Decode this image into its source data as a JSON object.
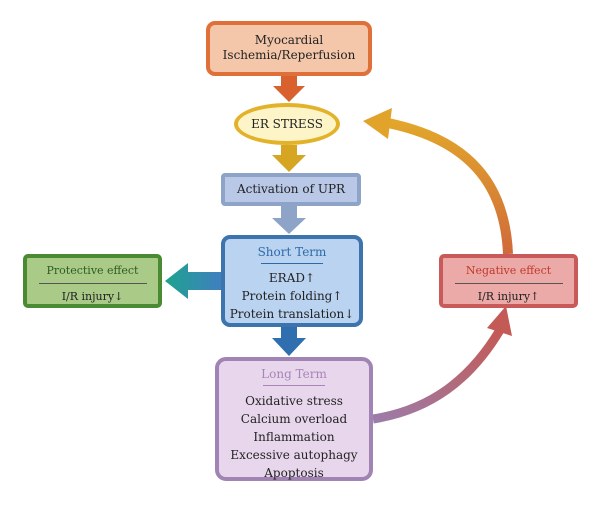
{
  "nodes": {
    "mir": {
      "line1": "Myocardial",
      "line2": "Ischemia/Reperfusion"
    },
    "er": {
      "label": "ER STRESS"
    },
    "upr": {
      "label": "Activation of UPR"
    },
    "short_term": {
      "title": "Short Term",
      "items": [
        "ERAD↑",
        "Protein folding↑",
        "Protein translation↓"
      ]
    },
    "long_term": {
      "title": "Long Term",
      "items": [
        "Oxidative stress",
        "Calcium overload",
        "Inflammation",
        "Excessive autophagy",
        "Apoptosis"
      ]
    },
    "protective": {
      "title": "Protective effect",
      "detail": "I/R injury↓"
    },
    "negative": {
      "title": "Negative effect",
      "detail": "I/R injury↑"
    }
  },
  "colors": {
    "mir_arrow": "#d8612e",
    "er_arrow": "#d6a521",
    "upr_arrow": "#8ea3c8",
    "short_arrow": "#2f6fb0",
    "protect_arrow": "#2aa29a",
    "loop_start": "#9c7ca9",
    "loop_mid": "#c96b5a",
    "loop_end": "#e1a32a"
  }
}
